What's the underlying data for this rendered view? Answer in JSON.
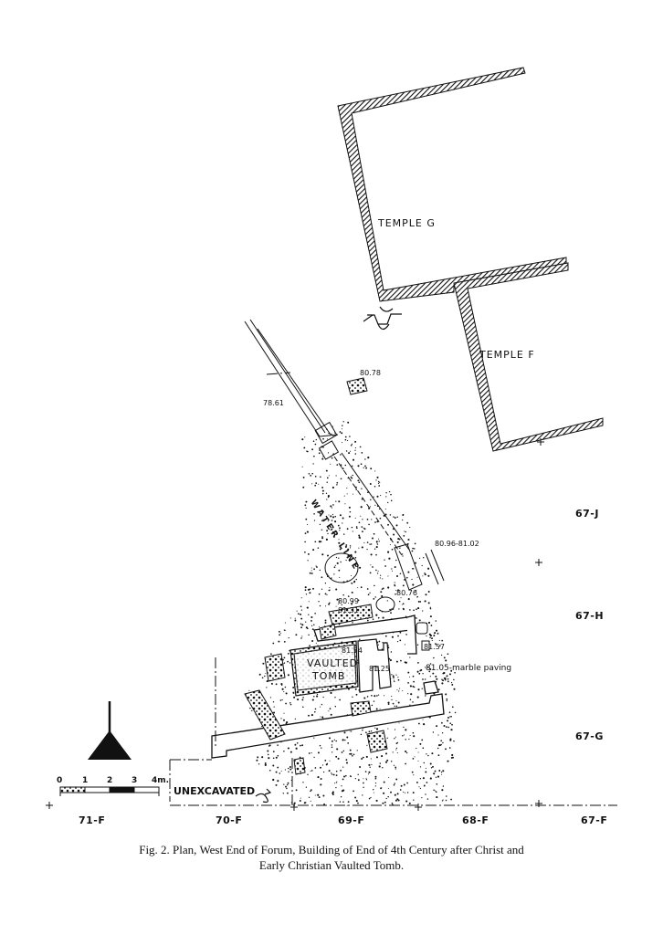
{
  "labels": {
    "temple_g": "TEMPLE  G",
    "temple_f": "TEMPLE  F",
    "vaulted": "VAULTED",
    "tomb": "TOMB",
    "water_line": "WATER LINE",
    "unexcavated": "UNEXCAVATED"
  },
  "elevations": {
    "e1": "80.78",
    "e2": "78.61",
    "e3": "80.96-81.02",
    "e4": "80.99",
    "e5": "81.31",
    "e6": "80.76",
    "e7": "81.54",
    "e8": "81.57",
    "e9": "81.25",
    "e10": "81.05-marble paving"
  },
  "grid_right": [
    "67-J",
    "67-H",
    "67-G"
  ],
  "grid_bottom": [
    "71-F",
    "70-F",
    "69-F",
    "68-F",
    "67-F"
  ],
  "scale": {
    "ticks": [
      "0",
      "1",
      "2",
      "3",
      "4m."
    ]
  },
  "caption": {
    "line1": "Fig. 2.  Plan, West End of Forum, Building of End of 4th Century after Christ and",
    "line2": "Early Christian Vaulted Tomb."
  }
}
